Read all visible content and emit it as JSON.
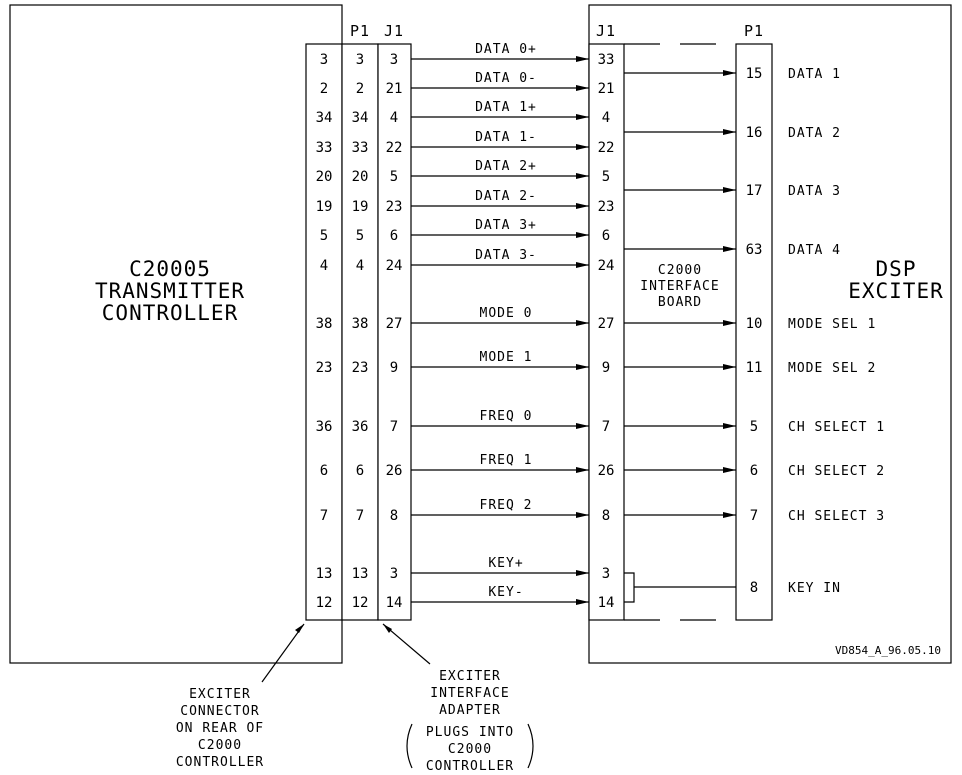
{
  "controller": {
    "lines": [
      "C20005",
      "TRANSMITTER",
      "CONTROLLER"
    ]
  },
  "exciter": {
    "lines": [
      "DSP",
      "EXCITER"
    ]
  },
  "interface_board": {
    "lines": [
      "C2000",
      "INTERFACE",
      "BOARD"
    ]
  },
  "headers": {
    "p1": "P1",
    "j1": "J1",
    "right_j1": "J1",
    "right_p1": "P1"
  },
  "connections": [
    {
      "signal": "DATA 0+",
      "c_pin": "3",
      "p1": "3",
      "j1": "3",
      "rj1": "33"
    },
    {
      "signal": "DATA 0-",
      "c_pin": "2",
      "p1": "2",
      "j1": "21",
      "rj1": "21"
    },
    {
      "signal": "DATA 1+",
      "c_pin": "34",
      "p1": "34",
      "j1": "4",
      "rj1": "4"
    },
    {
      "signal": "DATA 1-",
      "c_pin": "33",
      "p1": "33",
      "j1": "22",
      "rj1": "22"
    },
    {
      "signal": "DATA 2+",
      "c_pin": "20",
      "p1": "20",
      "j1": "5",
      "rj1": "5"
    },
    {
      "signal": "DATA 2-",
      "c_pin": "19",
      "p1": "19",
      "j1": "23",
      "rj1": "23"
    },
    {
      "signal": "DATA 3+",
      "c_pin": "5",
      "p1": "5",
      "j1": "6",
      "rj1": "6"
    },
    {
      "signal": "DATA 3-",
      "c_pin": "4",
      "p1": "4",
      "j1": "24",
      "rj1": "24"
    },
    {
      "signal": "MODE 0",
      "c_pin": "38",
      "p1": "38",
      "j1": "27",
      "rj1": "27"
    },
    {
      "signal": "MODE 1",
      "c_pin": "23",
      "p1": "23",
      "j1": "9",
      "rj1": "9"
    },
    {
      "signal": "FREQ 0",
      "c_pin": "36",
      "p1": "36",
      "j1": "7",
      "rj1": "7"
    },
    {
      "signal": "FREQ 1",
      "c_pin": "6",
      "p1": "6",
      "j1": "26",
      "rj1": "26"
    },
    {
      "signal": "FREQ 2",
      "c_pin": "7",
      "p1": "7",
      "j1": "8",
      "rj1": "8"
    },
    {
      "signal": "KEY+",
      "c_pin": "13",
      "p1": "13",
      "j1": "3",
      "rj1": "3"
    },
    {
      "signal": "KEY-",
      "c_pin": "12",
      "p1": "12",
      "j1": "14",
      "rj1": "14"
    }
  ],
  "exciter_inputs": [
    {
      "pin": "15",
      "label": "DATA 1"
    },
    {
      "pin": "16",
      "label": "DATA 2"
    },
    {
      "pin": "17",
      "label": "DATA 3"
    },
    {
      "pin": "63",
      "label": "DATA 4"
    },
    {
      "pin": "10",
      "label": "MODE SEL 1"
    },
    {
      "pin": "11",
      "label": "MODE SEL 2"
    },
    {
      "pin": "5",
      "label": "CH SELECT 1"
    },
    {
      "pin": "6",
      "label": "CH SELECT 2"
    },
    {
      "pin": "7",
      "label": "CH SELECT 3"
    },
    {
      "pin": "8",
      "label": "KEY IN"
    }
  ],
  "notes": {
    "exciter_connector": [
      "EXCITER",
      "CONNECTOR",
      "ON REAR OF",
      "C2000",
      "CONTROLLER"
    ],
    "adapter": [
      "EXCITER",
      "INTERFACE",
      "ADAPTER",
      "PLUGS INTO",
      "C2000",
      "CONTROLLER"
    ]
  },
  "drawing_id": "VD854_A_96.05.10"
}
